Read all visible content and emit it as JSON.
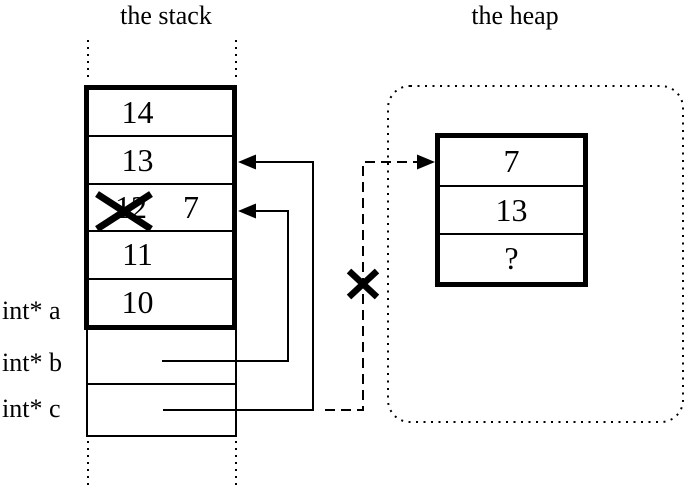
{
  "titles": {
    "stack": "the stack",
    "heap": "the heap"
  },
  "stack": {
    "cells": [
      {
        "value": "14"
      },
      {
        "value": "13"
      },
      {
        "old_value": "12",
        "value": "7",
        "crossed_out": true
      },
      {
        "value": "11"
      },
      {
        "value": "10"
      }
    ],
    "pointer_labels": [
      {
        "text": "int* a"
      },
      {
        "text": "int* b"
      },
      {
        "text": "int* c"
      }
    ]
  },
  "heap": {
    "cells": [
      {
        "value": "7"
      },
      {
        "value": "13"
      },
      {
        "value": "?"
      }
    ]
  },
  "icons": {
    "crossed_out_value_mark": "x-mark-icon",
    "invalid_pointer_mark": "x-mark-icon"
  },
  "colors": {
    "ink": "#000000",
    "paper": "#ffffff"
  }
}
